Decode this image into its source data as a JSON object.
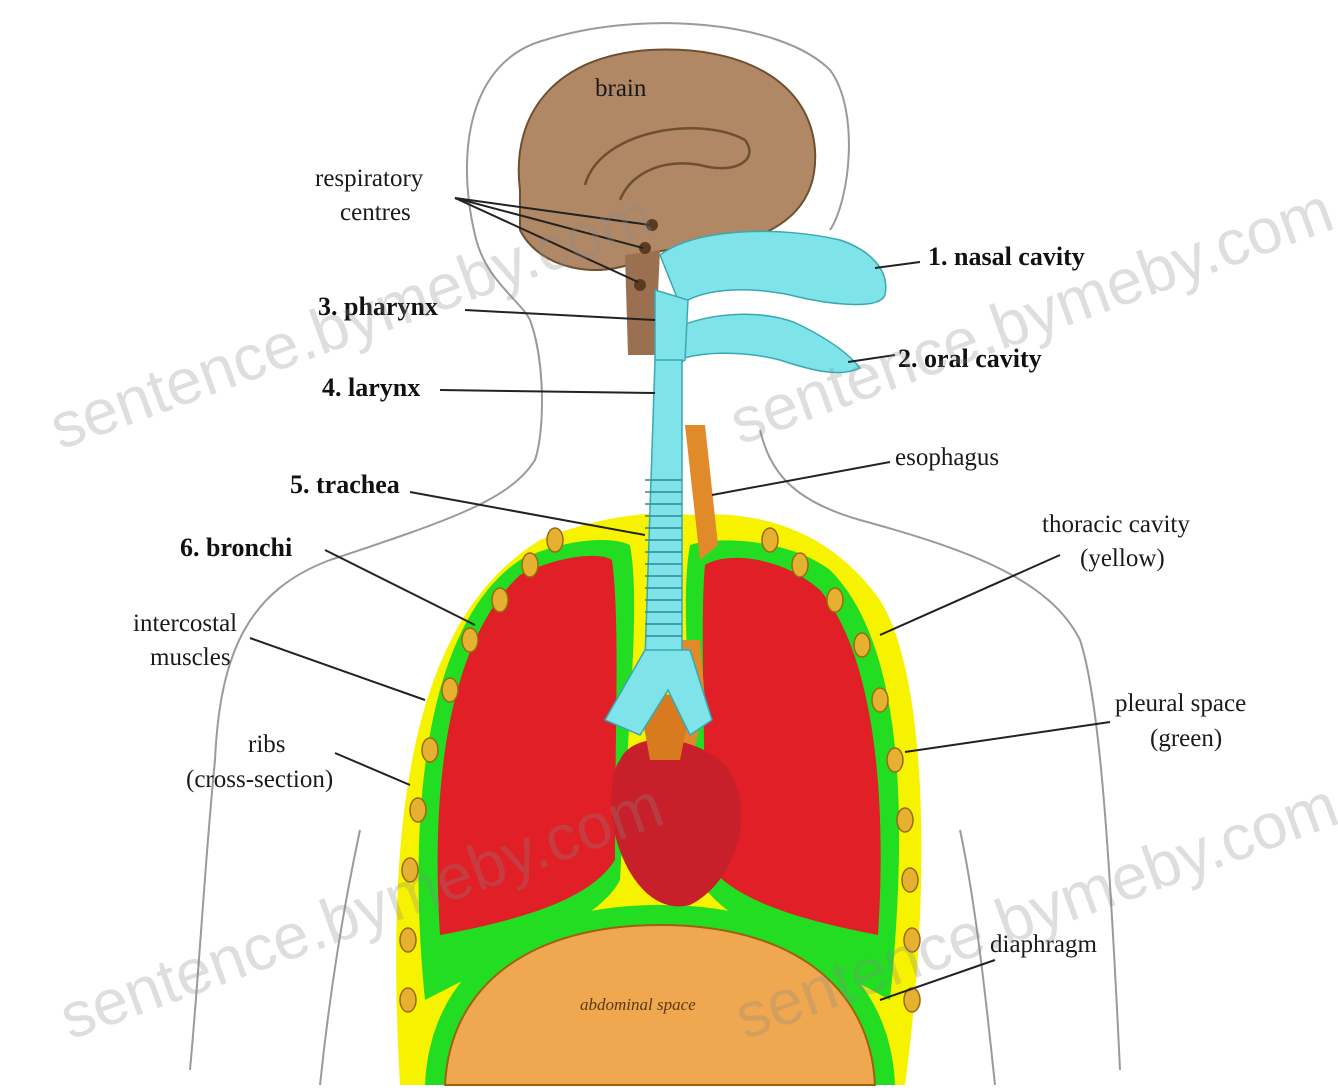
{
  "labels": {
    "brain": "brain",
    "respiratory_centres_1": "respiratory",
    "respiratory_centres_2": "centres",
    "nasal_cavity": "1. nasal cavity",
    "oral_cavity": "2. oral cavity",
    "pharynx": "3. pharynx",
    "larynx": "4. larynx",
    "trachea": "5. trachea",
    "bronchi": "6. bronchi",
    "esophagus": "esophagus",
    "thoracic_cavity_1": "thoracic cavity",
    "thoracic_cavity_2": "(yellow)",
    "intercostal_1": "intercostal",
    "intercostal_2": "muscles",
    "pleural_space_1": "pleural space",
    "pleural_space_2": "(green)",
    "ribs_1": "ribs",
    "ribs_2": "(cross-section)",
    "diaphragm": "diaphragm",
    "abdominal_space": "abdominal space"
  },
  "watermark": "sentence.bymeby.com",
  "colors": {
    "brain": "#b08866",
    "airway": "#7fe3ea",
    "thoracic": "#f7f200",
    "pleural": "#22dd22",
    "lungs": "#e01f26",
    "heart": "#c8202a",
    "esophagus": "#e08a2a",
    "abdomen": "#f0a850"
  }
}
